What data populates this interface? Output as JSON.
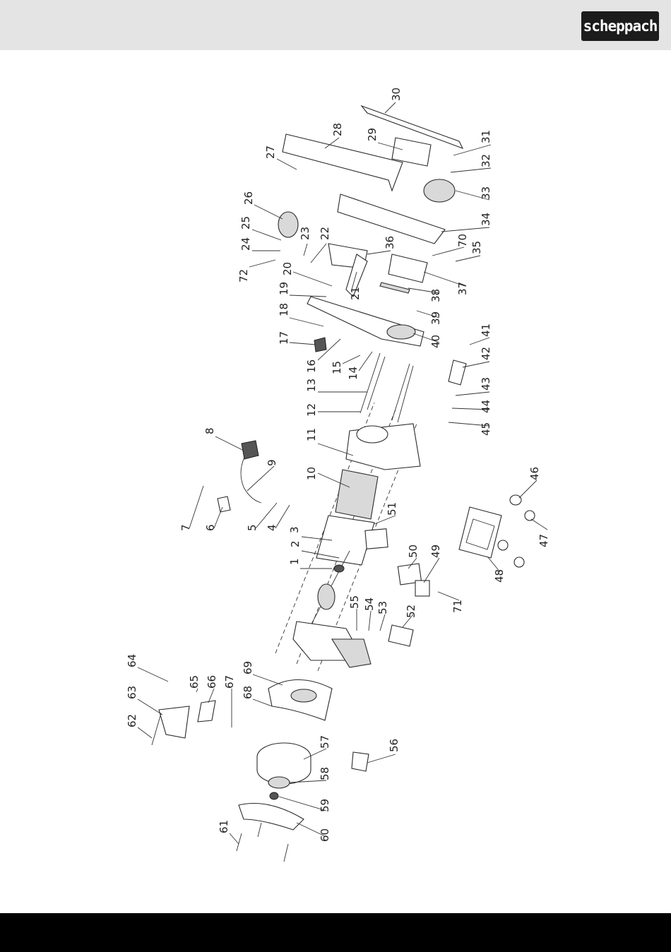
{
  "brand": {
    "logo_text": "scheppach"
  },
  "diagram": {
    "labels": [
      "1",
      "2",
      "3",
      "4",
      "5",
      "6",
      "7",
      "8",
      "9",
      "10",
      "11",
      "12",
      "13",
      "14",
      "15",
      "16",
      "17",
      "18",
      "19",
      "20",
      "21",
      "22",
      "23",
      "24",
      "25",
      "26",
      "27",
      "28",
      "29",
      "30",
      "31",
      "32",
      "33",
      "34",
      "35",
      "36",
      "37",
      "38",
      "39",
      "40",
      "41",
      "42",
      "43",
      "44",
      "45",
      "46",
      "47",
      "48",
      "49",
      "50",
      "51",
      "52",
      "53",
      "54",
      "55",
      "56",
      "57",
      "58",
      "59",
      "60",
      "61",
      "62",
      "63",
      "64",
      "65",
      "66",
      "67",
      "68",
      "69",
      "70",
      "71",
      "72"
    ]
  }
}
